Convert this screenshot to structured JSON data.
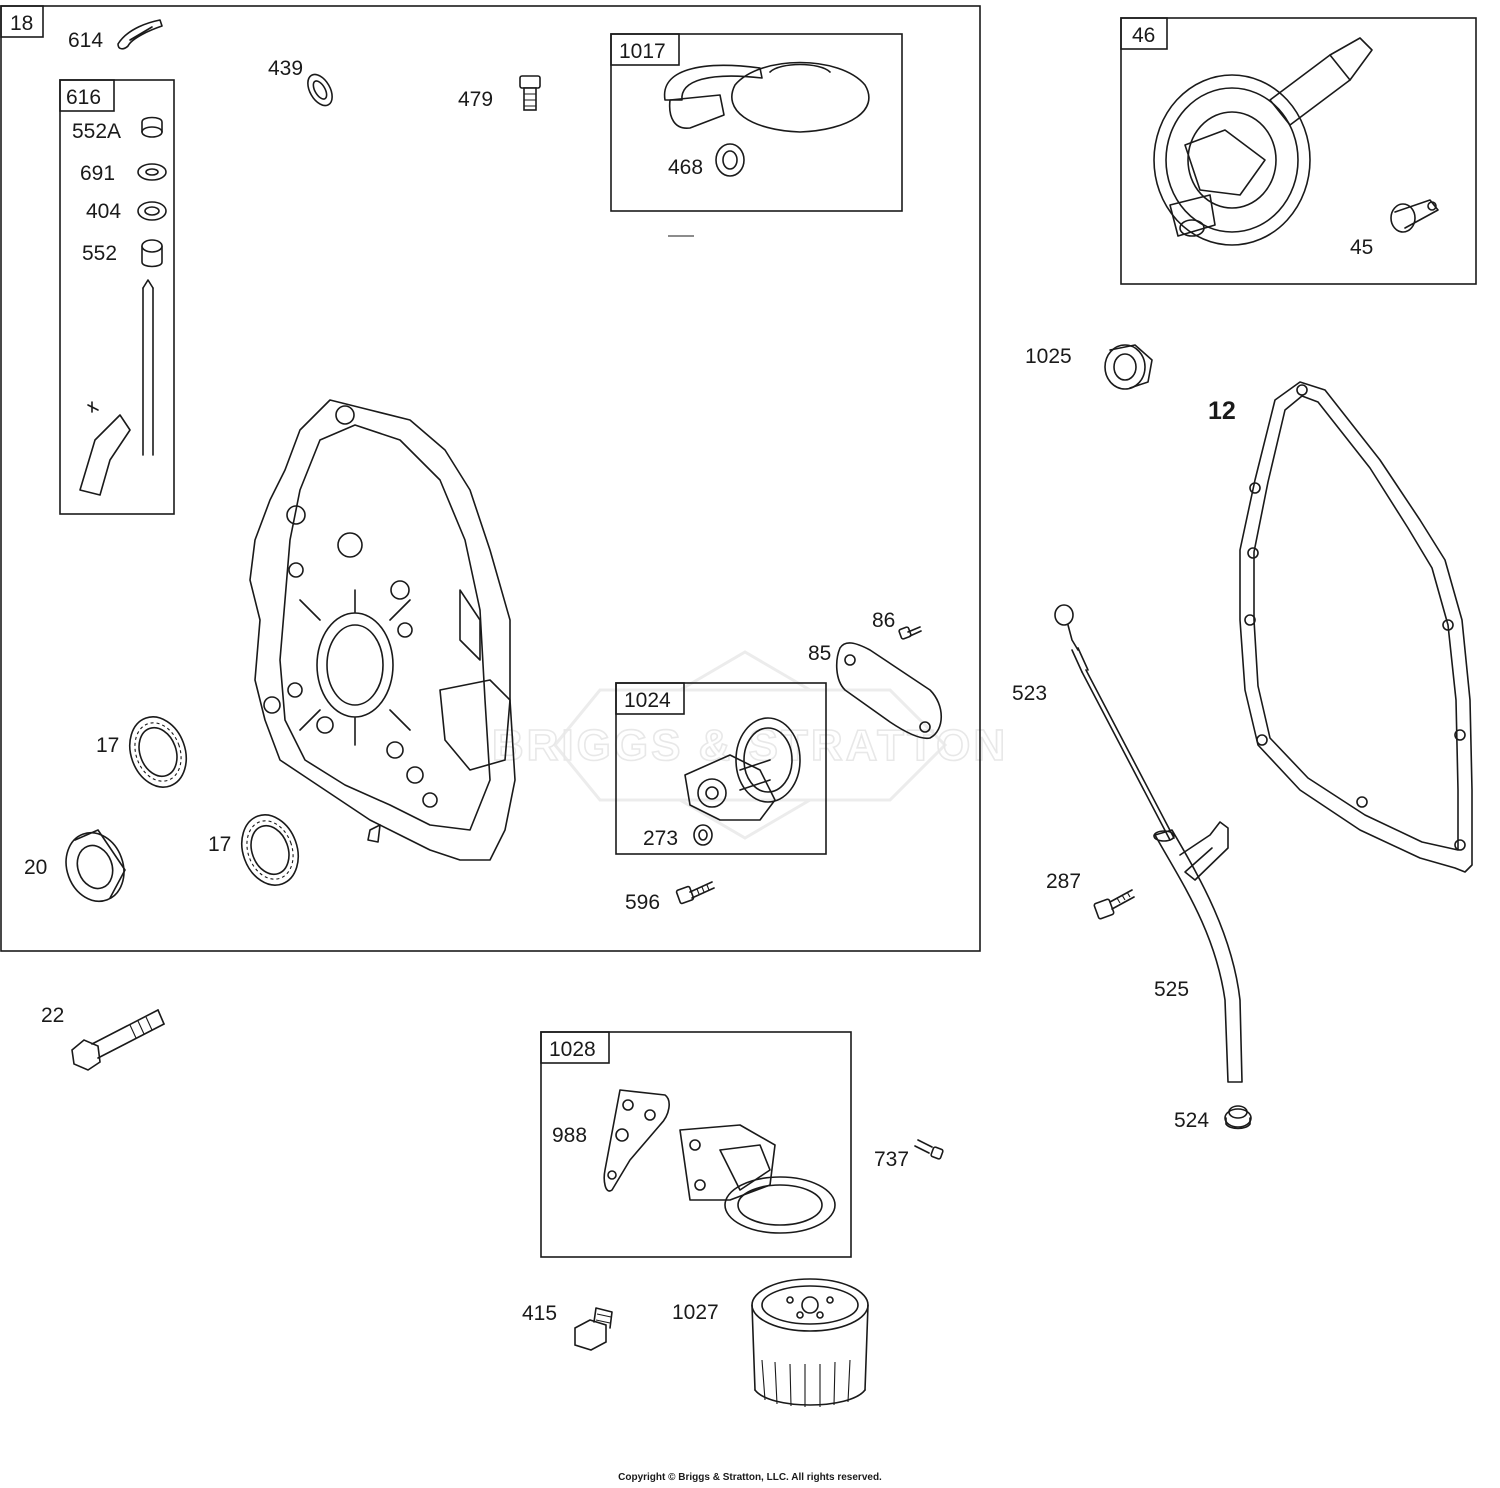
{
  "diagram": {
    "callouts": {
      "c614": "614",
      "c439": "439",
      "c479": "479",
      "c468": "468",
      "c552a": "552A",
      "c691": "691",
      "c404": "404",
      "c552": "552",
      "c17a": "17",
      "c17b": "17",
      "c20": "20",
      "c86": "86",
      "c85": "85",
      "c273": "273",
      "c596": "596",
      "c45": "45",
      "c1025": "1025",
      "c523": "523",
      "c287": "287",
      "c525": "525",
      "c524": "524",
      "c22": "22",
      "c988": "988",
      "c737": "737",
      "c415": "415",
      "c1027": "1027"
    },
    "assemblies": {
      "a18": "18",
      "a616": "616",
      "a1017": "1017",
      "a1024": "1024",
      "a46": "46",
      "a1028": "1028"
    },
    "gasket_label": "12",
    "watermark": "BRIGGS & STRATTON",
    "copyright": "Copyright © Briggs & Stratton, LLC. All rights reserved."
  }
}
